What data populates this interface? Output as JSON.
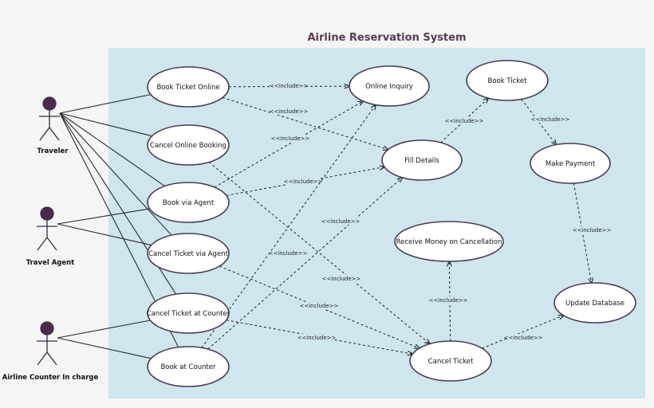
{
  "title": "Airline Reservation System",
  "colors": {
    "system_boundary": "#cfe6ee",
    "actor": "#3d2a44",
    "actor_head": "#4a2b4c",
    "use_case_fill": "#ffffff",
    "use_case_border": "#4a3b55",
    "title": "#5a3a56"
  },
  "actors": [
    {
      "id": "traveler",
      "label": "Traveler"
    },
    {
      "id": "travel_agent",
      "label": "Travel Agent"
    },
    {
      "id": "airline_counter",
      "label": "Airline Counter In charge"
    }
  ],
  "use_cases": [
    {
      "id": "book_ticket_online",
      "label": "Book Ticket Online"
    },
    {
      "id": "cancel_online_booking",
      "label": "Cancel Online Booking"
    },
    {
      "id": "book_via_agent",
      "label": "Book via Agent"
    },
    {
      "id": "cancel_ticket_via_agent",
      "label": "Cancel Ticket via Agent"
    },
    {
      "id": "cancel_ticket_at_counter",
      "label": "Cancel Ticket at Counter"
    },
    {
      "id": "book_at_counter",
      "label": "Book at Counter"
    },
    {
      "id": "online_inquiry",
      "label": "Online Inquiry"
    },
    {
      "id": "fill_details",
      "label": "Fill Details"
    },
    {
      "id": "book_ticket",
      "label": "Book Ticket"
    },
    {
      "id": "make_payment",
      "label": "Make Payment"
    },
    {
      "id": "receive_money",
      "label": "Receive Money on Cancellation"
    },
    {
      "id": "update_database",
      "label": "Update Database"
    },
    {
      "id": "cancel_ticket",
      "label": "Cancel Ticket"
    }
  ],
  "associations": [
    {
      "from": "traveler",
      "to": "book_ticket_online"
    },
    {
      "from": "traveler",
      "to": "cancel_online_booking"
    },
    {
      "from": "traveler",
      "to": "book_via_agent"
    },
    {
      "from": "traveler",
      "to": "cancel_ticket_via_agent"
    },
    {
      "from": "traveler",
      "to": "cancel_ticket_at_counter"
    },
    {
      "from": "traveler",
      "to": "book_at_counter"
    },
    {
      "from": "travel_agent",
      "to": "book_via_agent"
    },
    {
      "from": "travel_agent",
      "to": "cancel_ticket_via_agent"
    },
    {
      "from": "airline_counter",
      "to": "cancel_ticket_at_counter"
    },
    {
      "from": "airline_counter",
      "to": "book_at_counter"
    }
  ],
  "includes": [
    {
      "from": "book_ticket_online",
      "to": "online_inquiry",
      "label": "<<include>>"
    },
    {
      "from": "book_ticket_online",
      "to": "fill_details",
      "label": "<<include>>"
    },
    {
      "from": "book_via_agent",
      "to": "online_inquiry",
      "label": "<<include>>"
    },
    {
      "from": "book_via_agent",
      "to": "fill_details",
      "label": "<<include>>"
    },
    {
      "from": "book_at_counter",
      "to": "online_inquiry",
      "label": "<<include>>"
    },
    {
      "from": "book_at_counter",
      "to": "fill_details",
      "label": "<<include>>"
    },
    {
      "from": "fill_details",
      "to": "book_ticket",
      "label": "<<include>>"
    },
    {
      "from": "book_ticket",
      "to": "make_payment",
      "label": "<<include>>"
    },
    {
      "from": "make_payment",
      "to": "update_database",
      "label": "<<include>>"
    },
    {
      "from": "cancel_online_booking",
      "to": "cancel_ticket",
      "label": "<<include>>"
    },
    {
      "from": "cancel_ticket_via_agent",
      "to": "cancel_ticket",
      "label": "<<include>>"
    },
    {
      "from": "cancel_ticket_at_counter",
      "to": "cancel_ticket",
      "label": "<<include>>"
    },
    {
      "from": "cancel_ticket",
      "to": "receive_money",
      "label": "<<include>>"
    },
    {
      "from": "cancel_ticket",
      "to": "update_database",
      "label": "<<include>>"
    }
  ]
}
